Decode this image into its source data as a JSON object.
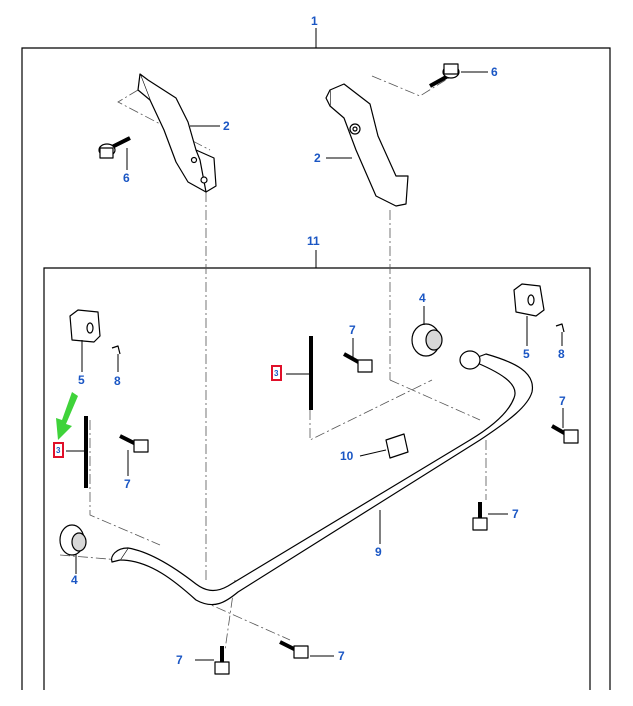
{
  "callouts": {
    "c1": "1",
    "c2a": "2",
    "c2b": "2",
    "c6a": "6",
    "c6b": "6",
    "c11": "11",
    "c4a": "4",
    "c4b": "4",
    "c5a": "5",
    "c5b": "5",
    "c8a": "8",
    "c8b": "8",
    "c7a": "7",
    "c7b": "7",
    "c7c": "7",
    "c7d": "7",
    "c7e": "7",
    "c7f": "7",
    "c10": "10",
    "c9": "9",
    "c3a": "3",
    "c3b": "3"
  },
  "colors": {
    "callout": "#1a56c4",
    "highlight": "#e0102a",
    "arrow": "#3fd33a"
  },
  "icons": {
    "pointer": "green-arrow-icon"
  }
}
